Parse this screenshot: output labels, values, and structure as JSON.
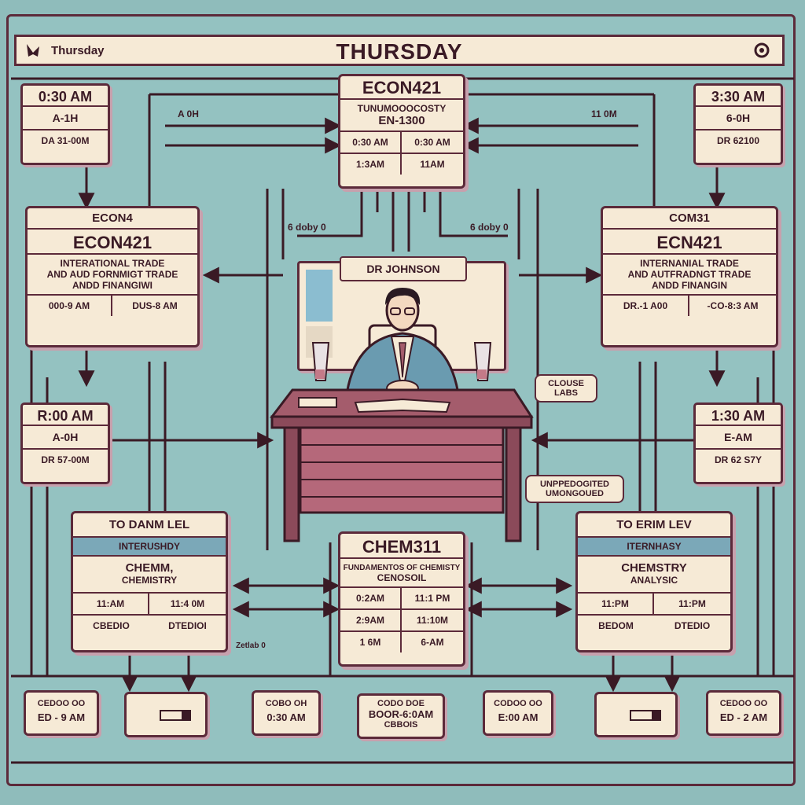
{
  "header": {
    "app_name": "Thursday",
    "title": "THURSDAY"
  },
  "top_center": {
    "code": "ECON421",
    "subtitle": "TUNUMOOOCOSTY",
    "room": "EN-1300",
    "times": [
      "0:30 AM",
      "0:30 AM",
      "1:3AM",
      "11AM"
    ]
  },
  "top_left_slot": {
    "time": "0:30 AM",
    "code": "A-1H",
    "room": "DA 31-00M"
  },
  "top_right_slot": {
    "time": "3:30 AM",
    "code": "6-0H",
    "room": "DR 62100"
  },
  "mid_left_card": {
    "header": "ECON4",
    "code": "ECON421",
    "desc": [
      "INTERATIONAL TRADE",
      "AND AUD FORNMIGT TRADE",
      "ANDD FINANGIWI"
    ],
    "times": [
      "000-9 AM",
      "DUS-8 AM"
    ]
  },
  "mid_right_card": {
    "header": "COM31",
    "code": "ECN421",
    "desc": [
      "INTERNANIAL TRADE",
      "AND AUTFRADNGT TRADE",
      "ANDD FINANGIN"
    ],
    "times": [
      "DR.-1 A00",
      "-CO-8:3 AM"
    ]
  },
  "left_slot_2": {
    "time": "R:00 AM",
    "code": "A-0H",
    "room": "DR 57-00M"
  },
  "right_slot_2": {
    "time": "1:30 AM",
    "code": "E-AM",
    "room": "DR 62 S7Y"
  },
  "professor": {
    "name": "DR JOHNSON"
  },
  "labels": {
    "left_link": "A 0H",
    "right_link": "11 0M",
    "left_flow": "6 doby 0",
    "right_flow": "6 doby 0",
    "lab_left": "Zetlab 0"
  },
  "callouts": {
    "clouse_labs": "CLOUSE LABS",
    "unprecedented": "UNPPEDOGITED UMONGOUED"
  },
  "bottom_left_card": {
    "header": "TO DANM LEL",
    "band": "INTERUSHDY",
    "title": "CHEMM,",
    "subtitle": "CHEMISTRY",
    "times": [
      "11:AM",
      "11:4 0M"
    ],
    "footer": [
      "CBEDIO",
      "DTEDIOI"
    ]
  },
  "bottom_center_card": {
    "code": "CHEM311",
    "subtitle": "FUNDAMENTOS OF CHEMISTY",
    "room": "CENOSOIL",
    "times": [
      "0:2AM",
      "11:1 PM",
      "2:9AM",
      "11:10M",
      "1 6M",
      "6-AM"
    ]
  },
  "bottom_right_card": {
    "header": "TO ERIM LEV",
    "band": "ITERNHASY",
    "title": "CHEMSTRY",
    "subtitle": "ANALYSIC",
    "times": [
      "11:PM",
      "11:PM"
    ],
    "footer": [
      "BEDOM",
      "DTEDIO"
    ]
  },
  "bottom_row": [
    {
      "line1": "CEDOO OO",
      "line2": "ED - 9 AM"
    },
    {
      "line1": "",
      "line2": ""
    },
    {
      "line1": "COBO OH",
      "line2": "0:30 AM"
    },
    {
      "line1": "CODO DOE",
      "line2": "BOOR-6:0AM",
      "line3": "CBBOIS"
    },
    {
      "line1": "CODOO OO",
      "line2": "E:00 AM"
    },
    {
      "line1": "",
      "line2": ""
    },
    {
      "line1": "CEDOO OO",
      "line2": "ED - 2 AM"
    }
  ],
  "colors": {
    "background": "#8fbcbb",
    "card": "#f6ead6",
    "ink": "#5c2a3a",
    "desk": "#a45c6c",
    "band": "#7ba8b8"
  }
}
